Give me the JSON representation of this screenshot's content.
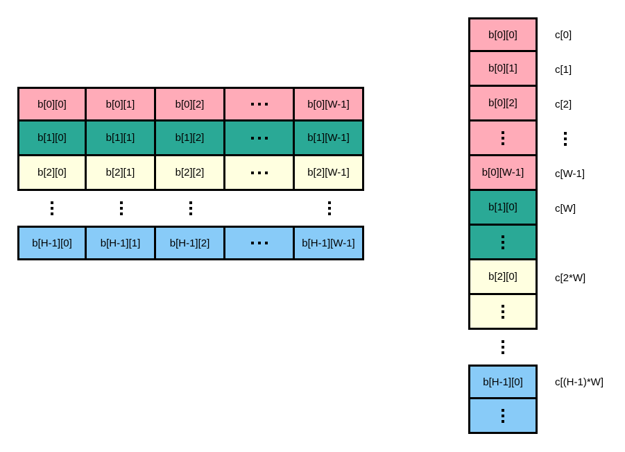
{
  "colors": {
    "row0": "#ffabb8",
    "row1": "#2aa996",
    "row2": "#ffffe0",
    "rowLast": "#88cbf8"
  },
  "grid": {
    "rows": [
      {
        "color": "pink",
        "cells": [
          "b[0][0]",
          "b[0][1]",
          "b[0][2]",
          "...",
          "b[0][W-1]"
        ]
      },
      {
        "color": "teal",
        "cells": [
          "b[1][0]",
          "b[1][1]",
          "b[1][2]",
          "...",
          "b[1][W-1]"
        ]
      },
      {
        "color": "yellow",
        "cells": [
          "b[2][0]",
          "b[2][1]",
          "b[2][2]",
          "...",
          "b[2][W-1]"
        ]
      },
      {
        "color": "blue",
        "cells": [
          "b[H-1][0]",
          "b[H-1][1]",
          "b[H-1][2]",
          "...",
          "b[H-1][W-1]"
        ]
      }
    ]
  },
  "linear": {
    "cells": [
      {
        "color": "pink",
        "text": "b[0][0]",
        "label": "c[0]"
      },
      {
        "color": "pink",
        "text": "b[0][1]",
        "label": "c[1]"
      },
      {
        "color": "pink",
        "text": "b[0][2]",
        "label": "c[2]"
      },
      {
        "color": "pink",
        "text": "⋮",
        "label": "⋮"
      },
      {
        "color": "pink",
        "text": "b[0][W-1]",
        "label": "c[W-1]"
      },
      {
        "color": "teal",
        "text": "b[1][0]",
        "label": "c[W]"
      },
      {
        "color": "teal",
        "text": "⋮",
        "label": ""
      },
      {
        "color": "yellow",
        "text": "b[2][0]",
        "label": "c[2*W]"
      },
      {
        "color": "yellow",
        "text": "⋮",
        "label": ""
      },
      {
        "color": "gap",
        "text": "⋮",
        "label": ""
      },
      {
        "color": "blue",
        "text": "b[H-1][0]",
        "label": "c[(H-1)*W]"
      },
      {
        "color": "blue",
        "text": "⋮",
        "label": ""
      }
    ]
  }
}
